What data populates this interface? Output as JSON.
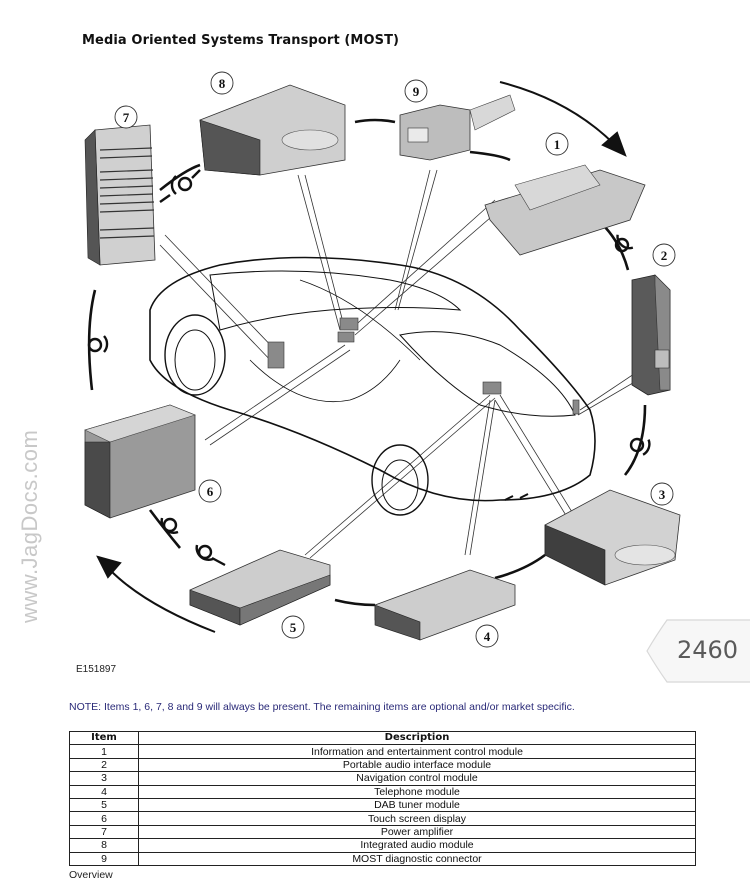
{
  "document": {
    "title": "Media Oriented Systems Transport (MOST)",
    "figure_id": "E151897",
    "note": "NOTE: Items 1, 6, 7, 8 and 9 will always be present. The remaining items are optional and/or market specific.",
    "caption": "Overview",
    "watermark": "www.JagDocs.com",
    "page_number": "2460"
  },
  "diagram": {
    "callouts": [
      "1",
      "2",
      "3",
      "4",
      "5",
      "6",
      "7",
      "8",
      "9"
    ],
    "components": [
      {
        "id": "1",
        "name": "Information and entertainment control module"
      },
      {
        "id": "2",
        "name": "Portable audio interface module"
      },
      {
        "id": "3",
        "name": "Navigation control module"
      },
      {
        "id": "4",
        "name": "Telephone module"
      },
      {
        "id": "5",
        "name": "DAB tuner module"
      },
      {
        "id": "6",
        "name": "Touch screen display"
      },
      {
        "id": "7",
        "name": "Power amplifier"
      },
      {
        "id": "8",
        "name": "Integrated audio module"
      },
      {
        "id": "9",
        "name": "MOST diagnostic connector"
      }
    ]
  },
  "table": {
    "headers": [
      "Item",
      "Description"
    ],
    "rows": [
      [
        "1",
        "Information and entertainment control module"
      ],
      [
        "2",
        "Portable audio interface module"
      ],
      [
        "3",
        "Navigation control module"
      ],
      [
        "4",
        "Telephone module"
      ],
      [
        "5",
        "DAB tuner module"
      ],
      [
        "6",
        "Touch screen display"
      ],
      [
        "7",
        "Power amplifier"
      ],
      [
        "8",
        "Integrated audio module"
      ],
      [
        "9",
        "MOST diagnostic connector"
      ]
    ]
  },
  "colors": {
    "note_text": "#2a2a78",
    "page_tab_bg": "#f7f7f7",
    "page_tab_border": "#d8d8d8",
    "watermark": "#c8c8c8"
  }
}
